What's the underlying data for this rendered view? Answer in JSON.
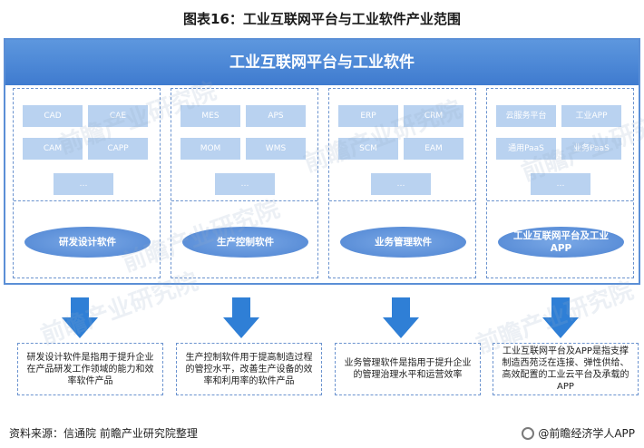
{
  "title": "图表16：工业互联网平台与工业软件产业范围",
  "banner": "工业互联网平台与工业软件",
  "columns": [
    {
      "boxes": [
        "CAD",
        "CAE",
        "CAM",
        "CAPP",
        "…"
      ],
      "category": "研发设计软件",
      "description": "研发设计软件是指用于提升企业在产品研发工作领域的能力和效率软件产品"
    },
    {
      "boxes": [
        "MES",
        "APS",
        "MOM",
        "WMS",
        "…"
      ],
      "category": "生产控制软件",
      "description": "生产控制软件用于提高制造过程的管控水平，改善生产设备的效率和利用率的软件产品"
    },
    {
      "boxes": [
        "ERP",
        "CRM",
        "SCM",
        "EAM",
        "…"
      ],
      "category": "业务管理软件",
      "description": "业务管理软件是指用于提升企业的管理治理水平和运营效率"
    },
    {
      "boxes": [
        "云服务平台",
        "工业APP",
        "通用PaaS",
        "业务PaaS",
        "…"
      ],
      "category": "工业互联网平台及工业APP",
      "description": "工业互联网平台及APP是指支撑制造西苑泛在连接、弹性供给、高效配置的工业云平台及承载的APP"
    }
  ],
  "footer": {
    "source": "资料来源：信通院 前瞻产业研究院整理",
    "brand": "@前瞻经济学人APP"
  },
  "watermark": "前瞻产业研究院",
  "colors": {
    "banner": "#4a86d4",
    "box": "#b9d2f0",
    "arrow": "#2f7fd6",
    "border": "#6b93cf"
  }
}
